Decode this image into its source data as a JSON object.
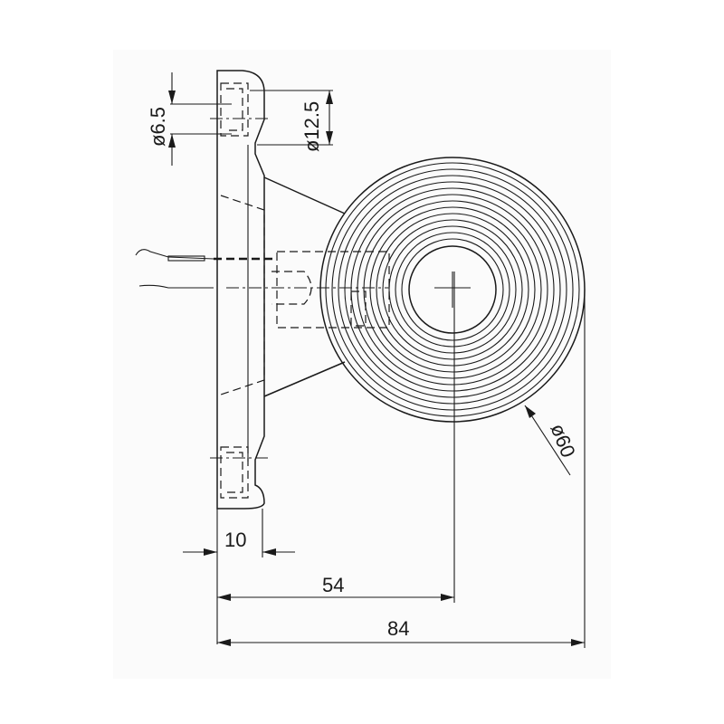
{
  "dimensions": {
    "hole_small": "ø6.5",
    "hole_large": "ø12.5",
    "lamp_diameter": "ø60",
    "base_thickness": "10",
    "center_offset": "54",
    "overall_length": "84"
  },
  "colors": {
    "line": "#1a1a1a",
    "background": "#fbfbfb"
  }
}
